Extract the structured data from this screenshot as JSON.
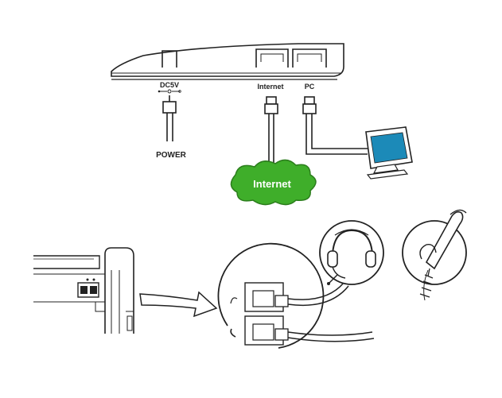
{
  "diagram": {
    "port_labels": {
      "dc": "DC5V",
      "internet": "Internet",
      "pc": "PC"
    },
    "power_label": "POWER",
    "cloud_label": "Internet",
    "colors": {
      "cloud_fill": "#3fae2a",
      "monitor_screen": "#1c8ab8",
      "line": "#222222",
      "background": "#ffffff"
    },
    "icons": [
      "monitor-icon",
      "headset-icon",
      "handset-icon",
      "arrow-icon",
      "power-plug-icon",
      "ethernet-plug-icon"
    ]
  }
}
